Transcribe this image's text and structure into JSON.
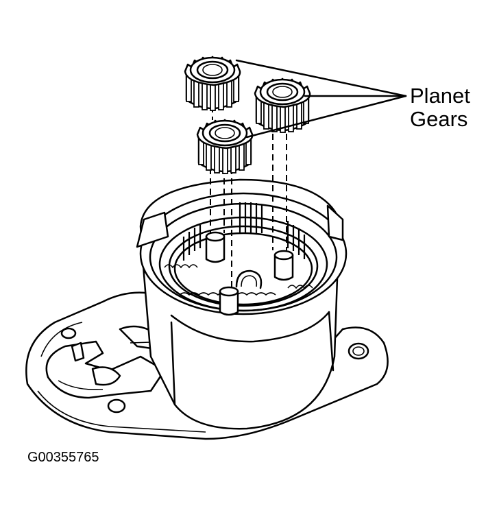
{
  "callout": {
    "line1": "Planet",
    "line2": "Gears"
  },
  "figure_id": "G00355765",
  "icons": {
    "housing": "starter-housing-illustration",
    "gears": "planet-gear-illustration"
  }
}
